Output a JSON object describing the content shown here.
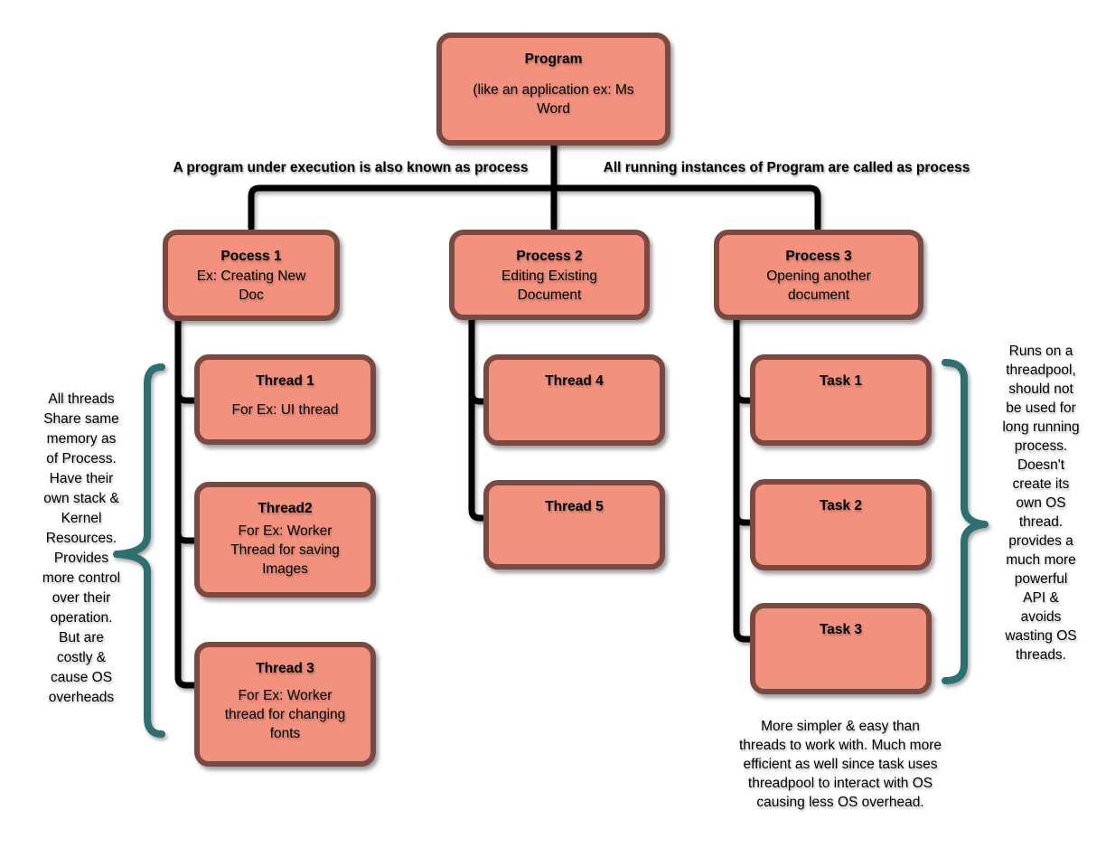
{
  "colors": {
    "node_fill": "#F2917E",
    "node_border": "#7A4A42",
    "connector": "#000000",
    "brace": "#2E6F6F",
    "text": "#000000",
    "background": "#FFFFFF"
  },
  "program": {
    "title": "Program",
    "body": "(like an application ex:  Ms\nWord"
  },
  "edge_labels": {
    "left": "A program under execution is also known as process",
    "right": "All running instances of Program are called as process"
  },
  "processes": [
    {
      "title": "Pocess 1",
      "body": "Ex: Creating New\nDoc"
    },
    {
      "title": "Process 2",
      "body": "Editing Existing\nDocument"
    },
    {
      "title": "Process 3",
      "body": "Opening another\ndocument"
    }
  ],
  "threads": [
    {
      "title": "Thread 1",
      "body": "For Ex: UI thread"
    },
    {
      "title": "Thread2",
      "body": "For Ex: Worker\nThread for saving\nImages"
    },
    {
      "title": "Thread 3",
      "body": "For Ex: Worker\nthread for changing\nfonts"
    },
    {
      "title": "Thread 4",
      "body": ""
    },
    {
      "title": "Thread 5",
      "body": ""
    }
  ],
  "tasks": [
    {
      "title": "Task 1"
    },
    {
      "title": "Task 2"
    },
    {
      "title": "Task 3"
    }
  ],
  "notes": {
    "threads_note": "All threads\nShare same\nmemory as\nof Process.\nHave their\nown stack &\nKernel\nResources.\nProvides\nmore control\nover their\noperation.\nBut are\ncostly &\ncause OS\noverheads",
    "tasks_note": "Runs on a\nthreadpool,\nshould not\nbe used for\nlong running\nprocess.\nDoesn't\ncreate its\nown OS\nthread.\nprovides a\nmuch more\npowerful\nAPI &\navoids\nwasting OS\nthreads.",
    "tasks_bottom_note": "More simpler & easy than\nthreads to work with. Much more\nefficient as well since task uses\nthreadpool to interact with OS\ncausing less OS overhead."
  }
}
